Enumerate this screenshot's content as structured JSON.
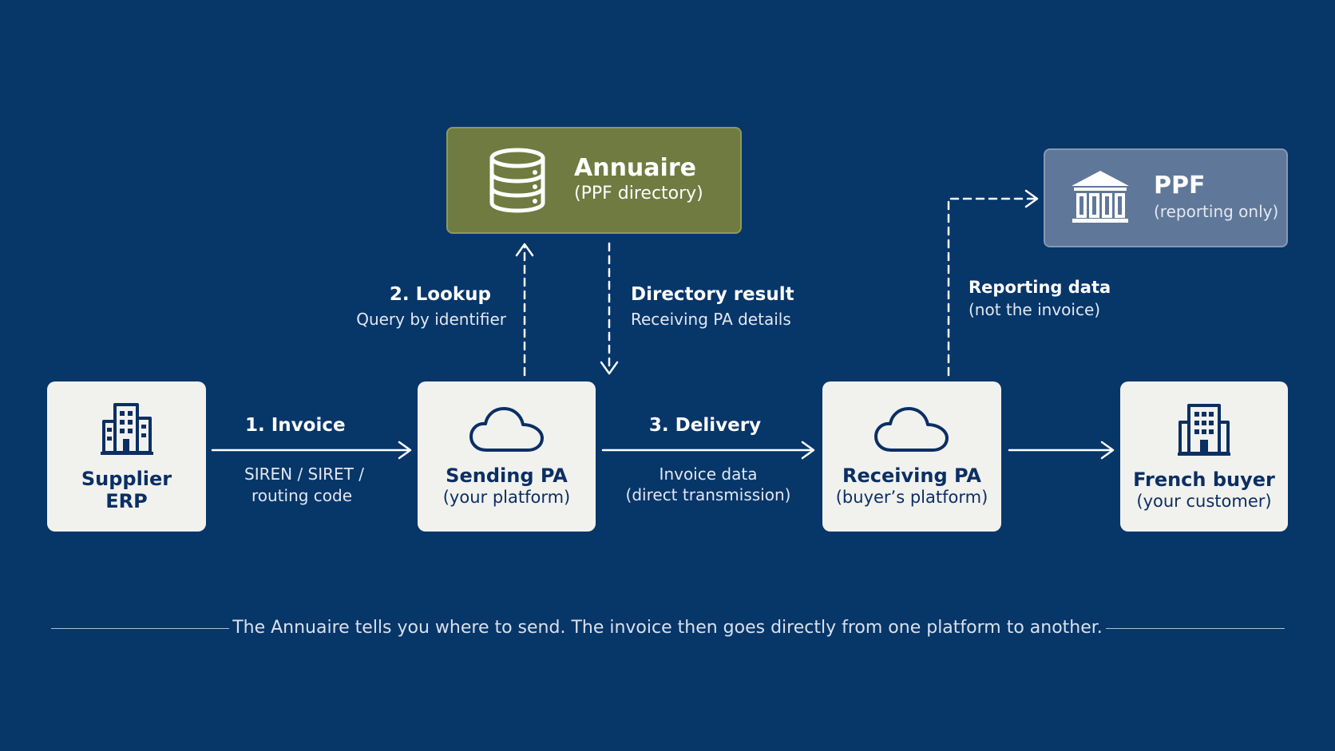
{
  "nodes": {
    "supplier": {
      "title": "Supplier\nERP",
      "icon": "building-icon"
    },
    "sending": {
      "title": "Sending PA",
      "subtitle": "(your platform)",
      "icon": "cloud-icon"
    },
    "receiving": {
      "title": "Receiving PA",
      "subtitle": "(buyer’s platform)",
      "icon": "cloud-icon"
    },
    "buyer": {
      "title": "French buyer",
      "subtitle": "(your customer)",
      "icon": "building-icon"
    },
    "annuaire": {
      "title": "Annuaire",
      "subtitle": "(PPF directory)",
      "icon": "database-icon"
    },
    "ppf": {
      "title": "PPF",
      "subtitle": "(reporting only)",
      "icon": "bank-icon"
    }
  },
  "edges": {
    "invoice": {
      "label": "1. Invoice",
      "detail_line1": "SIREN / SIRET /",
      "detail_line2": "routing code"
    },
    "lookup": {
      "label": "2. Lookup",
      "detail": "Query by identifier"
    },
    "directory_result": {
      "label": "Directory result",
      "detail": "Receiving PA details"
    },
    "delivery": {
      "label": "3. Delivery",
      "detail_line1": "Invoice data",
      "detail_line2": "(direct transmission)"
    },
    "reporting": {
      "label": "Reporting data",
      "detail": "(not the invoice)"
    }
  },
  "caption": "The Annuaire tells you where to send. The invoice then goes directly from one platform to another.",
  "colors": {
    "background": "#073669",
    "node_fill": "#F1F1EE",
    "node_text": "#0B2F63",
    "annuaire_fill": "#6F7B41",
    "ppf_fill": "#5F7799",
    "arrow": "#FFFFFF"
  }
}
